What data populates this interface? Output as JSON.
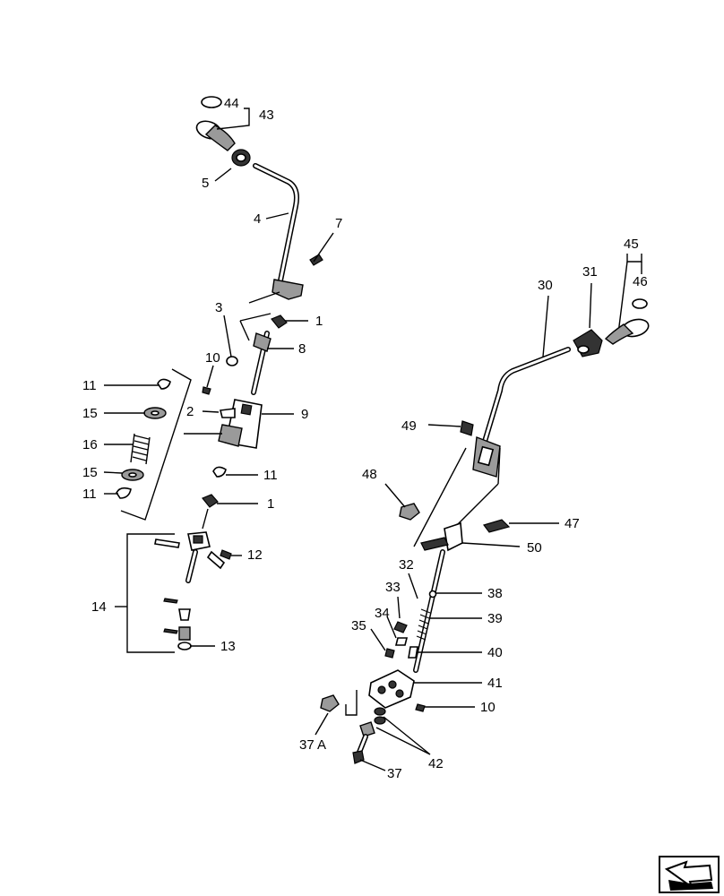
{
  "left_assembly": {
    "callouts": {
      "p44": "44",
      "p43": "43",
      "p5": "5",
      "p4": "4",
      "p7": "7",
      "p3": "3",
      "p1a": "1",
      "p8": "8",
      "p10": "10",
      "p11a": "11",
      "p2": "2",
      "p9": "9",
      "p15a": "15",
      "p16": "16",
      "p15b": "15",
      "p11b": "11",
      "p11c": "11",
      "p1b": "1",
      "p12": "12",
      "p14": "14",
      "p13": "13"
    }
  },
  "right_assembly": {
    "callouts": {
      "p45": "45",
      "p46": "46",
      "p30": "30",
      "p31": "31",
      "p49": "49",
      "p48": "48",
      "p47": "47",
      "p50": "50",
      "p32": "32",
      "p38": "38",
      "p33": "33",
      "p34": "34",
      "p39": "39",
      "p35": "35",
      "p40": "40",
      "p41": "41",
      "p10": "10",
      "p37a": "37 A",
      "p42": "42",
      "p37": "37"
    }
  },
  "nav_icon": "next-page-arrow-icon"
}
